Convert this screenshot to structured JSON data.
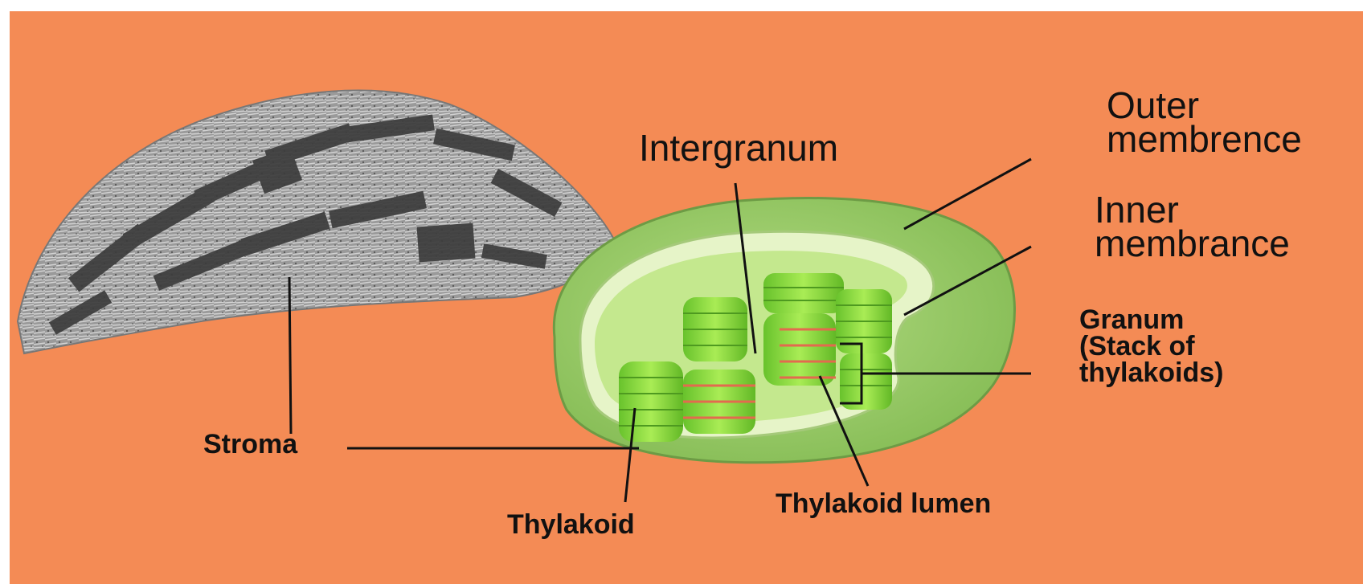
{
  "labels": {
    "outer_membrane": "Outer\nmembrence",
    "inner_membrane": "Inner\nmembrance",
    "intergranum": "Intergranum",
    "granum": "Granum\n(Stack of\nthylakoids)",
    "stroma": "Stroma",
    "thylakoid": "Thylakoid",
    "thylakoid_lumen": "Thylakoid lumen"
  },
  "colors": {
    "background": "#f48b55",
    "frame": "#ffffff",
    "outer_membrane": "#93c565",
    "stroma_fill": "#bfe58a",
    "granum": "#86d63c",
    "lumen_stripes": "#e36a4e",
    "micrograph": "#8c8c8c",
    "text": "#111111",
    "leader_lines": "#111111"
  }
}
